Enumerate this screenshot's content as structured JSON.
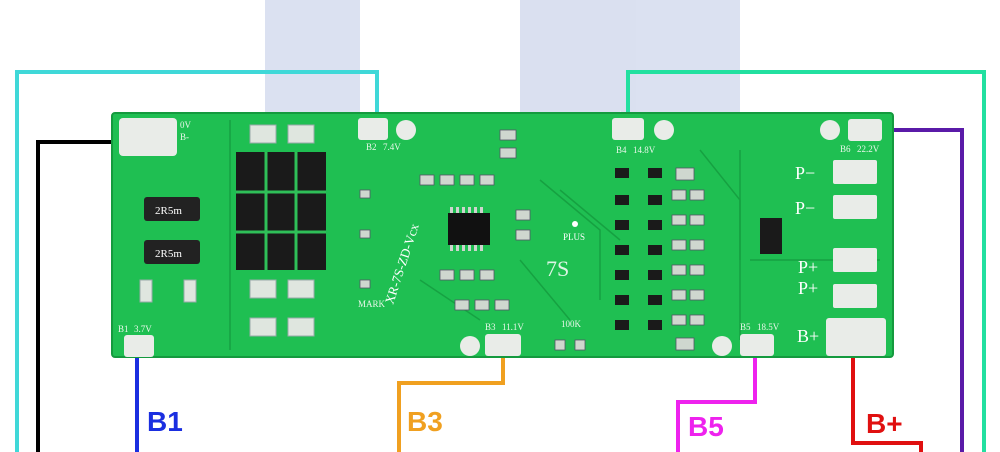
{
  "board": {
    "model_text": "XR-7S-ZD-Vcx",
    "series_text": "7S",
    "plus_text": "PLUS",
    "mark_text": "MARK",
    "res_100k": "100K",
    "shunt_1": "2R5m",
    "shunt_2": "2R5m"
  },
  "pads": {
    "zero_v": "0V",
    "b_minus": "B-",
    "b1": "B1",
    "b1_v": "3.7V",
    "b2": "B2",
    "b2_v": "7.4V",
    "b3": "B3",
    "b3_v": "11.1V",
    "b4": "B4",
    "b4_v": "14.8V",
    "b5": "B5",
    "b5_v": "18.5V",
    "b6": "B6",
    "b6_v": "22.2V",
    "p_minus_1": "P−",
    "p_minus_2": "P−",
    "p_plus_1": "P+",
    "p_plus_2": "P+",
    "b_plus": "B+"
  },
  "wire_labels": {
    "b1": "B1",
    "b3": "B3",
    "b5": "B5",
    "b_plus": "B+"
  },
  "colors": {
    "pcb": "#1fbf52",
    "pcb_dark": "#149a3e",
    "wire_b_minus": "#000000",
    "wire_b1": "#1a2ee0",
    "wire_b2": "#3fd8d8",
    "wire_b3": "#f0a020",
    "wire_b4": "#22e0a0",
    "wire_b5": "#ee22ee",
    "wire_b6": "#5a1aa8",
    "wire_b_plus": "#e01010"
  }
}
